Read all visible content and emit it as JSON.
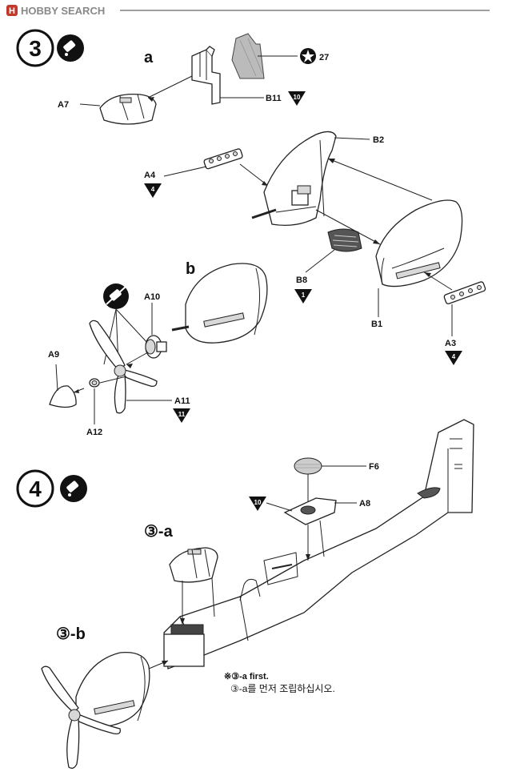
{
  "watermark": {
    "brand": "HOBBY SEARCH",
    "logo_letter": "H"
  },
  "step3": {
    "number": "3",
    "icon": "glue-icon",
    "subassembly_a": "a",
    "subassembly_b": "b",
    "parts": {
      "A7": "A7",
      "B11": "B11",
      "B11_sprue": "10",
      "decal": "27",
      "B2": "B2",
      "B1": "B1",
      "A4": "A4",
      "A4_sprue": "4",
      "B8": "B8",
      "B8_sprue": "1",
      "A3": "A3",
      "A3_sprue": "4",
      "A10": "A10",
      "A9": "A9",
      "A12": "A12",
      "A11": "A11",
      "A11_sprue": "11"
    }
  },
  "step4": {
    "number": "4",
    "icon": "glue-icon",
    "parts": {
      "F6": "F6",
      "A8": "A8",
      "A8_sprue": "10"
    },
    "ref_a": "③-a",
    "ref_b": "③-b",
    "note_en": "※③-a first.",
    "note_ko": "③-a를 먼저 조립하십시오."
  }
}
